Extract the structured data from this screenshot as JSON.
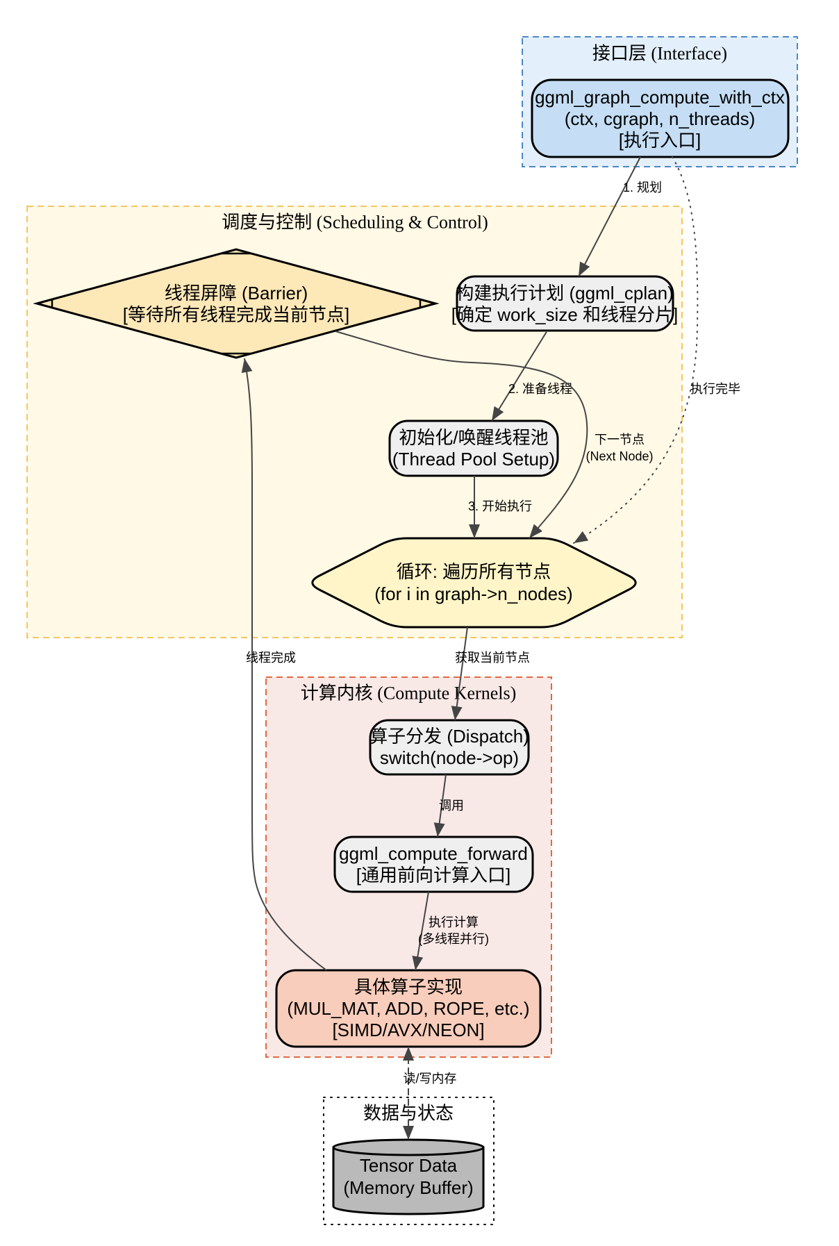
{
  "diagram": {
    "clusters": {
      "interface": {
        "title": "接口层 (Interface)"
      },
      "scheduling": {
        "title": "调度与控制 (Scheduling & Control)"
      },
      "compute": {
        "title": "计算内核 (Compute Kernels)"
      },
      "data": {
        "title": "数据与状态"
      }
    },
    "nodes": {
      "entry": {
        "lines": [
          "ggml_graph_compute_with_ctx",
          "(ctx, cgraph, n_threads)",
          "[执行入口]"
        ]
      },
      "cplan": {
        "lines": [
          "构建执行计划 (ggml_cplan)",
          "[确定 work_size 和线程分片]"
        ]
      },
      "threadpool": {
        "lines": [
          "初始化/唤醒线程池",
          "(Thread Pool Setup)"
        ]
      },
      "loop": {
        "lines": [
          "循环: 遍历所有节点",
          "(for i in graph->n_nodes)"
        ]
      },
      "barrier": {
        "lines": [
          "线程屏障 (Barrier)",
          "[等待所有线程完成当前节点]"
        ]
      },
      "dispatch": {
        "lines": [
          "算子分发 (Dispatch)",
          "switch(node->op)"
        ]
      },
      "forward": {
        "lines": [
          "ggml_compute_forward",
          "[通用前向计算入口]"
        ]
      },
      "impl": {
        "lines": [
          "具体算子实现",
          "(MUL_MAT, ADD, ROPE, etc.)",
          "[SIMD/AVX/NEON]"
        ]
      },
      "tensor": {
        "lines": [
          "Tensor Data",
          "(Memory Buffer)"
        ]
      }
    },
    "edges": {
      "plan": {
        "from": "entry",
        "to": "cplan",
        "style": "solid",
        "label": [
          "1. 规划"
        ]
      },
      "done": {
        "from": "entry",
        "to": "loop",
        "style": "dotted",
        "label": [
          "执行完毕"
        ]
      },
      "prepare": {
        "from": "cplan",
        "to": "threadpool",
        "style": "solid",
        "label": [
          "2. 准备线程"
        ]
      },
      "start": {
        "from": "threadpool",
        "to": "loop",
        "style": "solid",
        "label": [
          "3. 开始执行"
        ]
      },
      "next_node": {
        "from": "barrier",
        "to": "loop",
        "style": "solid",
        "label": [
          "下一节点",
          "(Next Node)"
        ]
      },
      "fetch": {
        "from": "loop",
        "to": "dispatch",
        "style": "solid",
        "label": [
          "获取当前节点"
        ]
      },
      "invoke": {
        "from": "dispatch",
        "to": "forward",
        "style": "solid",
        "label": [
          "调用"
        ]
      },
      "compute": {
        "from": "forward",
        "to": "impl",
        "style": "solid",
        "label": [
          "执行计算",
          "(多线程并行)"
        ]
      },
      "thread_done": {
        "from": "impl",
        "to": "barrier",
        "style": "solid",
        "label": [
          "线程完成"
        ]
      },
      "memory": {
        "from": "impl",
        "to": "tensor",
        "style": "dashed-bidirectional",
        "label": [
          "读/写内存"
        ]
      }
    }
  },
  "colors": {
    "interface_bg": "#e3f0fb",
    "interface_border": "#4a86c8",
    "entry_fill": "#c5def5",
    "scheduling_bg": "#fff9e6",
    "scheduling_border": "#f4c65e",
    "barrier_fill": "#fde8b8",
    "loop_fill": "#fff5c8",
    "process_fill": "#efefef",
    "compute_bg": "#f9e9e6",
    "compute_border": "#e0683f",
    "impl_fill": "#f8cdbb",
    "tensor_fill": "#bababa",
    "data_border": "#000000",
    "edge": "#444444"
  }
}
